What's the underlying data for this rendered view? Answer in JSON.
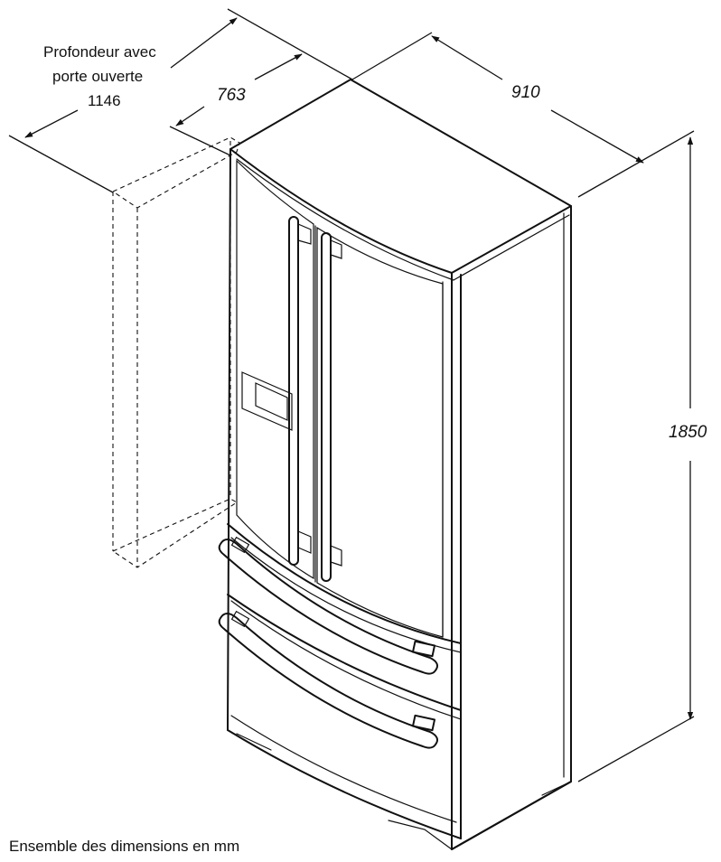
{
  "dimensions": {
    "depth_open_label": [
      "Profondeur avec",
      "porte ouverte"
    ],
    "depth_open_value": "1146",
    "depth_value": "763",
    "width_value": "910",
    "height_value": "1850"
  },
  "footnote": "Ensemble des dimensions en mm"
}
